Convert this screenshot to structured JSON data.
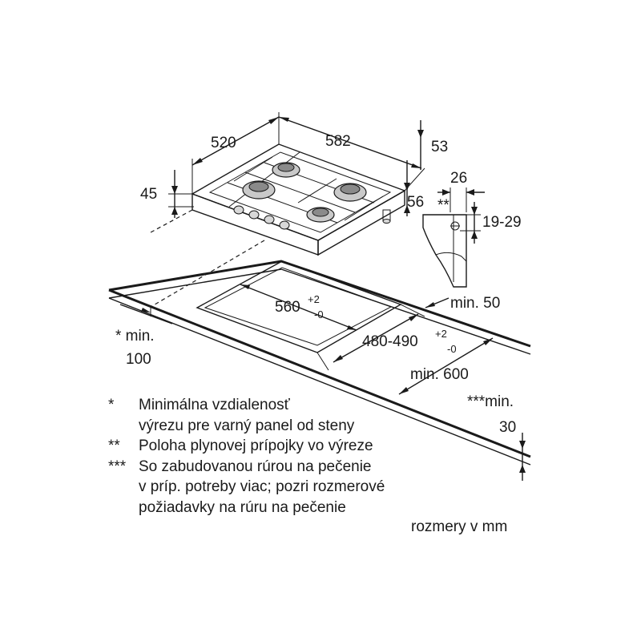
{
  "dimensions": {
    "width": "520",
    "length": "582",
    "depth_right": "53",
    "height": "45",
    "connection_depth": "56",
    "connection_offset": "26",
    "connection_mark": "**",
    "connection_height": "19-29",
    "worktop_min_back": "min. 50",
    "cutout_width_base": "560",
    "cutout_width_tol_plus": "+2",
    "cutout_width_tol_minus": "-0",
    "cutout_depth_base": "480-490",
    "cutout_depth_tol_plus": "+2",
    "cutout_depth_tol_minus": "-0",
    "min_side_line1": "* min.",
    "min_side_line2": "100",
    "worktop_min_depth": "min. 600",
    "min_wall_line1": "***min.",
    "min_wall_line2": "30"
  },
  "legend": {
    "items": [
      {
        "mark": "*",
        "lines": [
          "Minimálna vzdialenosť",
          "výrezu pre varný panel od steny"
        ]
      },
      {
        "mark": "**",
        "lines": [
          "Poloha plynovej prípojky vo výreze"
        ]
      },
      {
        "mark": "***",
        "lines": [
          "So zabudovanou rúrou na pečenie",
          "v príp. potreby viac; pozri rozmerové",
          "požiadavky na rúru na pečenie"
        ]
      }
    ],
    "units": "rozmery v mm"
  },
  "icons": [
    "gas-burner-icon",
    "control-knob-icon",
    "gas-connection-icon"
  ]
}
